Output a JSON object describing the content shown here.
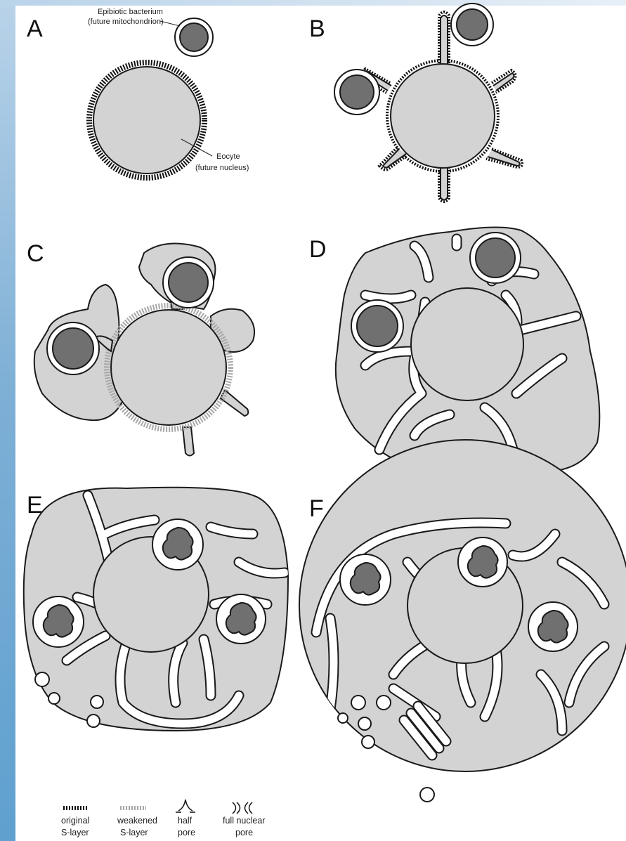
{
  "panels": {
    "a": {
      "letter": "A"
    },
    "b": {
      "letter": "B"
    },
    "c": {
      "letter": "C"
    },
    "d": {
      "letter": "D"
    },
    "e": {
      "letter": "E"
    },
    "f": {
      "letter": "F"
    }
  },
  "annotations": {
    "bacterium_line1": "Epibiotic bacterium",
    "bacterium_line2": "(future mitochondrion)",
    "eocyte_line1": "Eocyte",
    "eocyte_line2": "(future nucleus)"
  },
  "legend": {
    "original_line1": "original",
    "original_line2": "S-layer",
    "weakened_line1": "weakened",
    "weakened_line2": "S-layer",
    "half_line1": "half",
    "half_line2": "pore",
    "full_line1": "full nuclear",
    "full_line2": "pore"
  },
  "colors": {
    "cytoplasm": "#d3d3d3",
    "bacterium": "#707070",
    "outline": "#1a1a1a",
    "weakened_layer": "#a8a8a8"
  }
}
